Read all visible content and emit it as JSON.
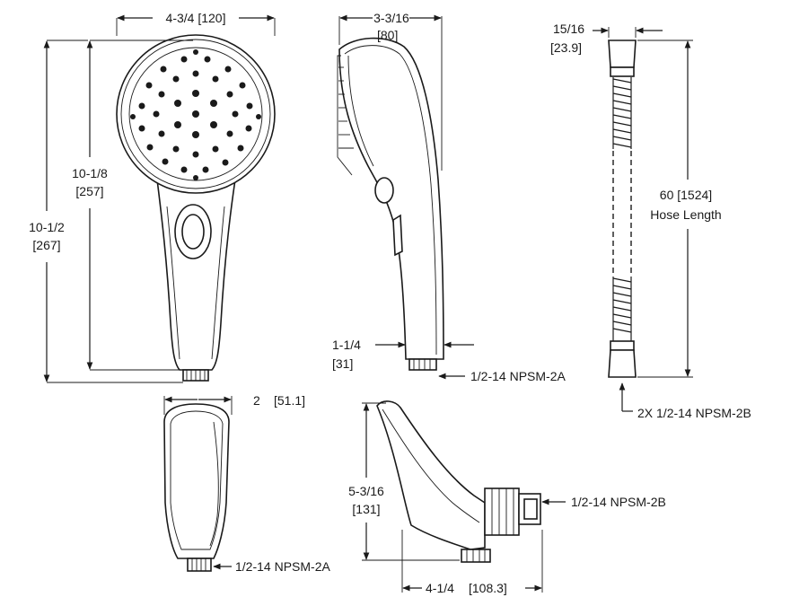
{
  "dimensions": {
    "head_width": "4-3/4 [120]",
    "head_depth": "3-3/16",
    "head_depth_mm": "[80]",
    "face_height": "10-1/8",
    "face_height_mm": "[257]",
    "overall_height": "10-1/2",
    "overall_height_mm": "[267]",
    "handle_width": "1-1/4",
    "handle_width_mm": "[31]",
    "handle_thread": "1/2-14 NPSM-2A",
    "hose_nut": "15/16",
    "hose_nut_mm": "[23.9]",
    "hose_length": "60 [1524]",
    "hose_length_label": "Hose Length",
    "hose_thread": "2X 1/2-14 NPSM-2B",
    "bottom_width": "2",
    "bottom_width_mm": "[51.1]",
    "bottom_thread": "1/2-14 NPSM-2A",
    "bracket_height": "5-3/16",
    "bracket_height_mm": "[131]",
    "bracket_thread": "1/2-14 NPSM-2B",
    "bracket_width": "4-1/4",
    "bracket_width_mm": "[108.3]"
  }
}
